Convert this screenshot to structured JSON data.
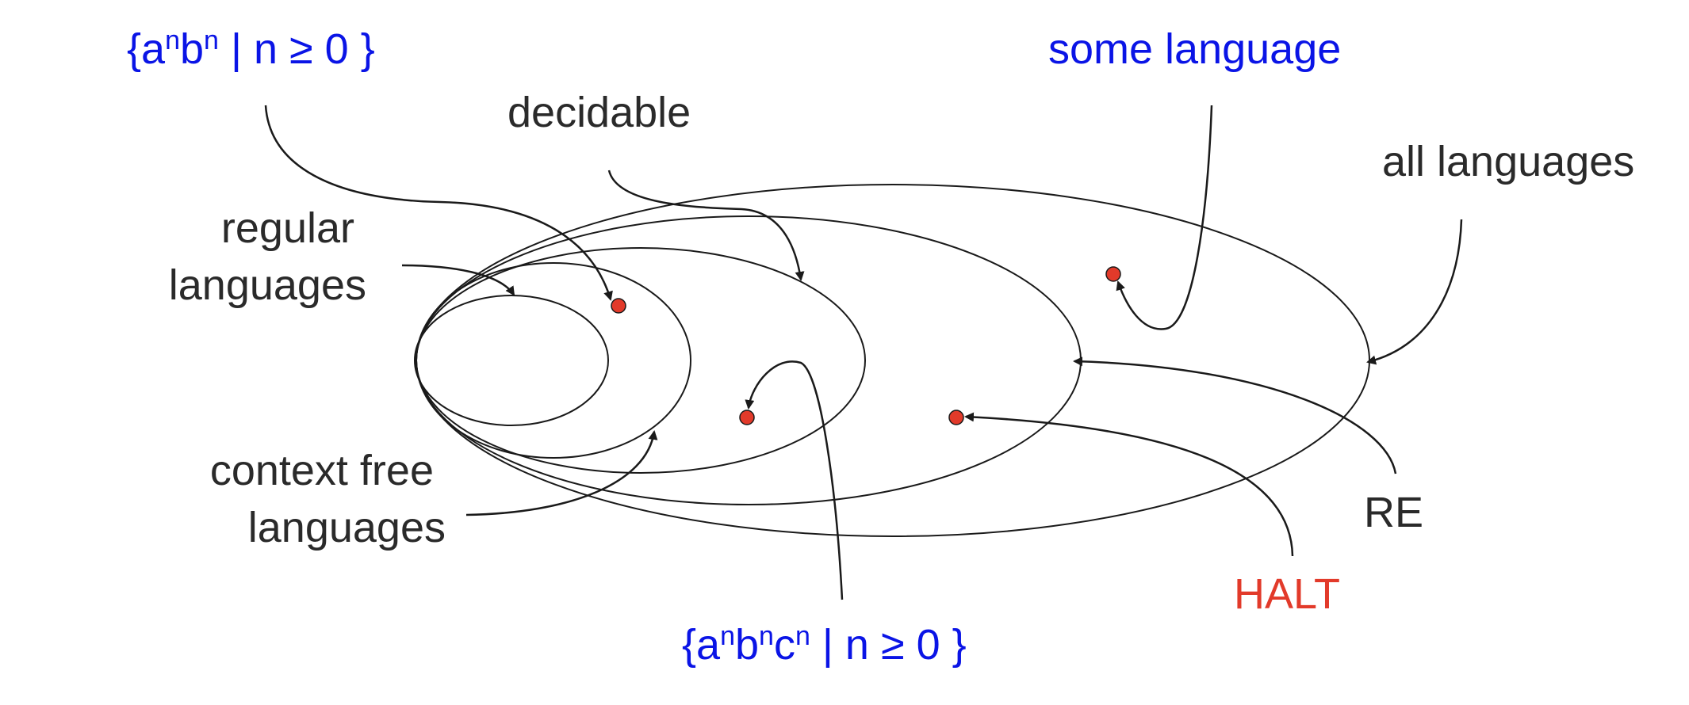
{
  "colors": {
    "text": "#2a2a2a",
    "math": "#0a14e6",
    "halt": "#e23a2a",
    "point": "#e23a2a",
    "line": "#1a1a1a"
  },
  "labels": {
    "anbn": {
      "open": "{a",
      "sup1": "n",
      "mid": "b",
      "sup2": "n",
      "rest": " | n ≥ 0 }"
    },
    "decidable": "decidable",
    "some_language": "some language",
    "all_languages": "all languages",
    "regular_line1": "regular",
    "regular_line2": "languages",
    "cf_line1": "context free",
    "cf_line2": "languages",
    "re": "RE",
    "halt": "HALT",
    "anbncn": {
      "open": "{a",
      "sup1": "n",
      "b": "b",
      "sup2": "n",
      "c": "c",
      "sup3": "n",
      "rest": " | n ≥ 0 }"
    }
  },
  "sets": [
    "regular languages",
    "context free languages",
    "decidable",
    "RE",
    "all languages"
  ],
  "points": [
    "{aⁿbⁿ | n ≥ 0 }",
    "{aⁿbⁿcⁿ | n ≥ 0 }",
    "HALT",
    "some language"
  ]
}
